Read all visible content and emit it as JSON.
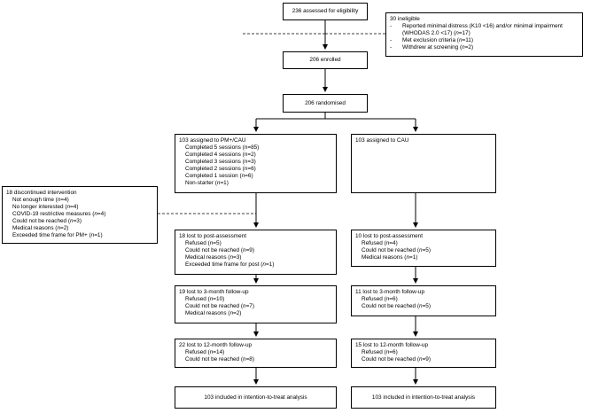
{
  "assessed": "236 assessed for eligibility",
  "ineligible": {
    "title": "30 ineligible",
    "items": [
      {
        "text": "Reported minimal distress (K10 <16) and/or minimal impairment (WHODAS 2.0 <17) (",
        "n": "n",
        "val": "=17)"
      },
      {
        "text": "Met exclusion criteria (",
        "n": "n",
        "val": "=11)"
      },
      {
        "text": "Withdrew at screening (",
        "n": "n",
        "val": "=2)"
      }
    ]
  },
  "enrolled": "206 enrolled",
  "randomised": "206 randomised",
  "pm_arm": {
    "title": "103 assigned to PM+/CAU",
    "items": [
      {
        "text": "Completed 5 sessions (",
        "n": "n",
        "val": "=85)"
      },
      {
        "text": "Completed 4 sessions (",
        "n": "n",
        "val": "=2)"
      },
      {
        "text": "Completed 3 sessions (",
        "n": "n",
        "val": "=3)"
      },
      {
        "text": "Completed 2 sessions (",
        "n": "n",
        "val": "=6)"
      },
      {
        "text": "Completed 1 session (",
        "n": "n",
        "val": "=6)"
      },
      {
        "text": "Non-starter (",
        "n": "n",
        "val": "=1)"
      }
    ]
  },
  "cau_arm": {
    "title": "103 assigned to CAU"
  },
  "discontinued": {
    "title": "18 discontinued intervention",
    "items": [
      {
        "text": "Not enough time (",
        "n": "n",
        "val": "=4)"
      },
      {
        "text": "No longer interested (",
        "n": "n",
        "val": "=4)"
      },
      {
        "text": "COVID-19 restrictive measures (",
        "n": "n",
        "val": "=4)"
      },
      {
        "text": "Could not be reached (",
        "n": "n",
        "val": "=3)"
      },
      {
        "text": "Medical reasons (",
        "n": "n",
        "val": "=2)"
      },
      {
        "text": "Exceeded time frame for PM+ (",
        "n": "n",
        "val": "=1)"
      }
    ]
  },
  "pm_post": {
    "title": "18 lost to post-assessment",
    "items": [
      {
        "text": "Refused (",
        "n": "n",
        "val": "=5)"
      },
      {
        "text": "Could not be reached (",
        "n": "n",
        "val": "=9)"
      },
      {
        "text": "Medical reasons (",
        "n": "n",
        "val": "=3)"
      },
      {
        "text": "Exceeded time frame for post (",
        "n": "n",
        "val": "=1)"
      }
    ]
  },
  "cau_post": {
    "title": "10 lost to post-assessment",
    "items": [
      {
        "text": "Refused (",
        "n": "n",
        "val": "=4)"
      },
      {
        "text": "Could not be reached (",
        "n": "n",
        "val": "=5)"
      },
      {
        "text": "Medical reasons (",
        "n": "n",
        "val": "=1)"
      }
    ]
  },
  "pm_3m": {
    "title": "19 lost to 3-month follow-up",
    "items": [
      {
        "text": "Refused (",
        "n": "n",
        "val": "=10)"
      },
      {
        "text": "Could not be reached (",
        "n": "n",
        "val": "=7)"
      },
      {
        "text": "Medical reasons (",
        "n": "n",
        "val": "=2)"
      }
    ]
  },
  "cau_3m": {
    "title": "11 lost to 3-month follow-up",
    "items": [
      {
        "text": "Refused (",
        "n": "n",
        "val": "=6)"
      },
      {
        "text": "Could not be reached (",
        "n": "n",
        "val": "=5)"
      }
    ]
  },
  "pm_12m": {
    "title": "22 lost to 12-month follow-up",
    "items": [
      {
        "text": "Refused (",
        "n": "n",
        "val": "=14)"
      },
      {
        "text": "Could not be reached (",
        "n": "n",
        "val": "=8)"
      }
    ]
  },
  "cau_12m": {
    "title": "15 lost to 12-month follow-up",
    "items": [
      {
        "text": "Refused (",
        "n": "n",
        "val": "=6)"
      },
      {
        "text": "Could not be reached (",
        "n": "n",
        "val": "=9)"
      }
    ]
  },
  "pm_itt": "103 included in intention-to-treat analysis",
  "cau_itt": "103 included in intention-to-treat analysis",
  "bullet": "-"
}
